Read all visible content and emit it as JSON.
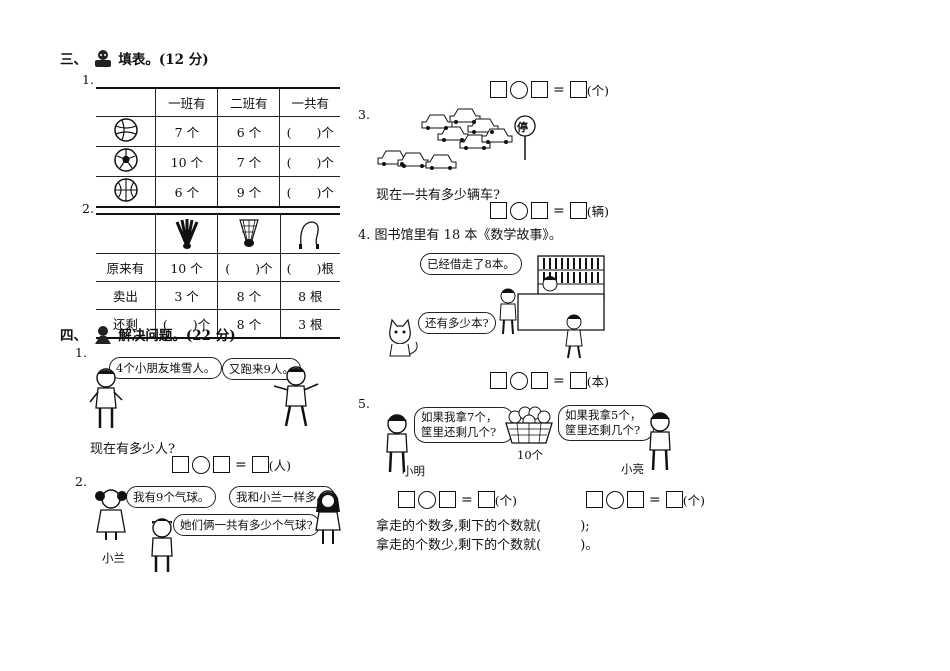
{
  "section3": {
    "num": "三、",
    "title": "填表。(12 分)"
  },
  "q1_num": "1.",
  "table1": {
    "headers": [
      "",
      "一班有",
      "二班有",
      "一共有"
    ],
    "rows": [
      [
        "",
        "7 个",
        "6 个",
        "(　　)个"
      ],
      [
        "",
        "10 个",
        "7 个",
        "(　　)个"
      ],
      [
        "",
        "6 个",
        "9 个",
        "(　　)个"
      ]
    ],
    "icons": [
      "volleyball-icon",
      "soccer-ball-icon",
      "basketball-icon"
    ]
  },
  "q2_num": "2.",
  "table2": {
    "icons": [
      "shuttlecock-feather-icon",
      "badminton-shuttlecock-icon",
      "jump-rope-icon"
    ],
    "rows": [
      [
        "原来有",
        "10 个",
        "(　　)个",
        "(　　)根"
      ],
      [
        "卖出",
        "3 个",
        "8 个",
        "8 根"
      ],
      [
        "还剩",
        "(　　)个",
        "8 个",
        "3 根"
      ]
    ]
  },
  "section4": {
    "num": "四、",
    "title": "解决问题。(22 分)"
  },
  "p1": {
    "num": "1.",
    "bubble_left": "4个小朋友堆雪人。",
    "bubble_right": "又跑来9人。",
    "question": "现在有多少人?",
    "unit": "(人)"
  },
  "p2": {
    "num": "2.",
    "bubble_girl": "我有9个气球。",
    "bubble_right": "我和小兰一样多。",
    "bubble_boy": "她们俩一共有多少个气球?",
    "name_girl": "小兰"
  },
  "top_right_unit": "(个)",
  "p3": {
    "num": "3.",
    "sign": "停",
    "question": "现在一共有多少辆车?",
    "unit": "(辆)"
  },
  "p4": {
    "num": "4.",
    "text": "图书馆里有 18 本《数学故事》。",
    "bubble_top": "已经借走了8本。",
    "bubble_cat": "还有多少本?",
    "unit": "(本)"
  },
  "p5": {
    "num": "5.",
    "bubble_left": "如果我拿7个，筐里还剩几个?",
    "bubble_right": "如果我拿5个，筐里还剩几个?",
    "basket_label": "10个",
    "name_left": "小明",
    "name_right": "小亮",
    "unit_left": "(个)",
    "unit_right": "(个)",
    "line1": "拿走的个数多,剩下的个数就(　　　);",
    "line2": "拿走的个数少,剩下的个数就(　　　)。"
  }
}
